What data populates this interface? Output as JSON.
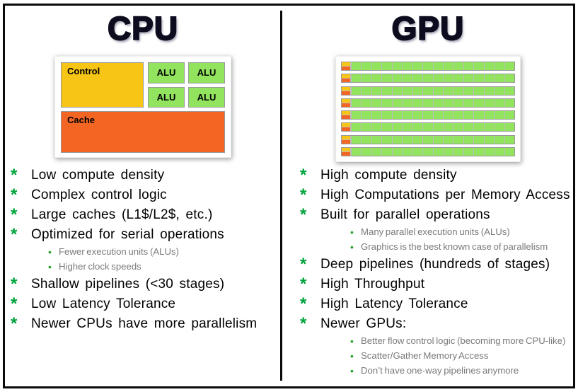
{
  "bullet_style": {
    "marker": "*",
    "marker_color": "#00a33c",
    "sub_marker": "•",
    "sub_marker_color": "#2ca02c",
    "sub_text_color": "#7a7a7a",
    "text_color": "#000000"
  },
  "colors": {
    "control_yellow": "#f7c516",
    "cache_orange": "#f26522",
    "alu_green": "#92e35e",
    "frame_black": "#0a0a0a",
    "title_color": "#0c0c1e"
  },
  "cpu": {
    "title": "CPU",
    "diagram": {
      "control_label": "Control",
      "alu_label": "ALU",
      "alu_count": 4,
      "cache_label": "Cache"
    },
    "bullets": [
      {
        "text": "Low compute density"
      },
      {
        "text": "Complex control logic"
      },
      {
        "text": "Large caches (L1$/L2$, etc.)"
      },
      {
        "text": "Optimized for serial operations",
        "sub": [
          "Fewer execution units (ALUs)",
          "Higher clock speeds"
        ]
      },
      {
        "text": "Shallow pipelines (<30 stages)"
      },
      {
        "text": "Low Latency Tolerance"
      },
      {
        "text": "Newer CPUs have more parallelism"
      }
    ]
  },
  "gpu": {
    "title": "GPU",
    "diagram": {
      "rows": 8,
      "alu_cells_per_row": 16
    },
    "bullets": [
      {
        "text": "High compute density"
      },
      {
        "text": "High Computations per Memory Access"
      },
      {
        "text": "Built for parallel operations",
        "sub": [
          "Many parallel execution units (ALUs)",
          "Graphics is the best known case of parallelism"
        ]
      },
      {
        "text": "Deep pipelines (hundreds of stages)"
      },
      {
        "text": "High Throughput"
      },
      {
        "text": "High Latency Tolerance"
      },
      {
        "text": "Newer GPUs:",
        "sub": [
          "Better flow control logic (becoming more CPU-like)",
          "Scatter/Gather Memory Access",
          "Don’t have one-way pipelines anymore"
        ]
      }
    ]
  }
}
